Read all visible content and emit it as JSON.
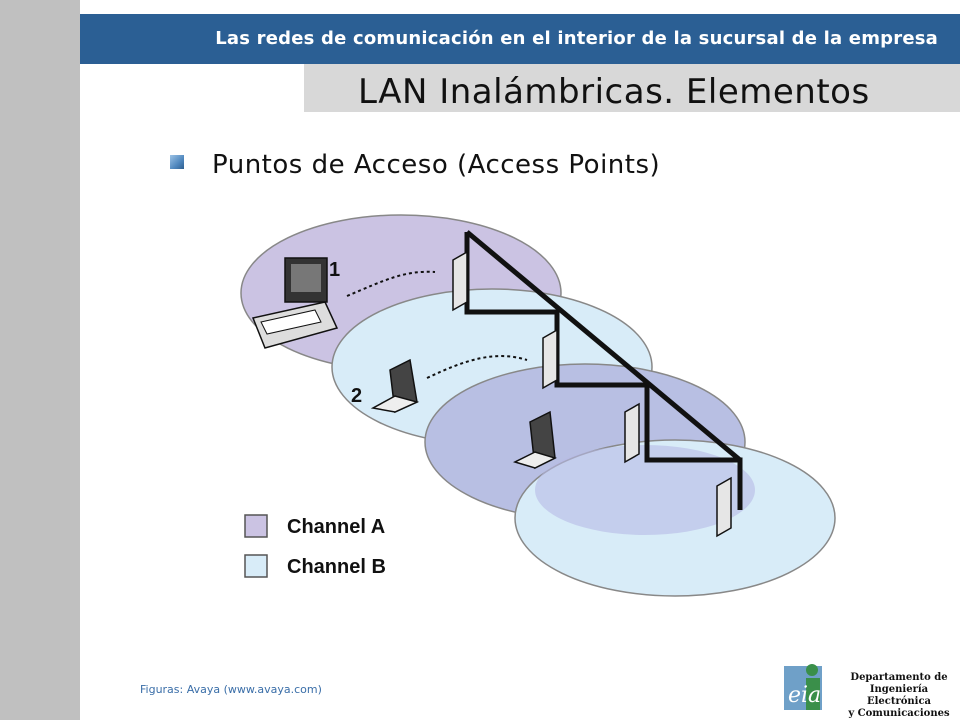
{
  "header": {
    "text": "Las redes de comunicación en el interior de la sucursal de la empresa"
  },
  "title": {
    "text": "LAN Inalámbricas. Elementos"
  },
  "bullet": {
    "text": "Puntos de Acceso (Access Points)"
  },
  "figure": {
    "markers": [
      "1",
      "2"
    ],
    "legend": [
      {
        "label": "Channel A",
        "color": "#cbc3e3"
      },
      {
        "label": "Channel B",
        "color": "#d8ecf8"
      }
    ]
  },
  "footer": {
    "credit": "Figuras: Avaya (www.avaya.com)",
    "dept_line1": "Departamento de",
    "dept_line2": "Ingeniería Electrónica",
    "dept_line3": "y Comunicaciones"
  },
  "logo": {
    "text": "eia"
  },
  "colors": {
    "header": "#2b5f94",
    "title_band": "#d8d8d8",
    "left_bar": "#c0c0c0"
  }
}
